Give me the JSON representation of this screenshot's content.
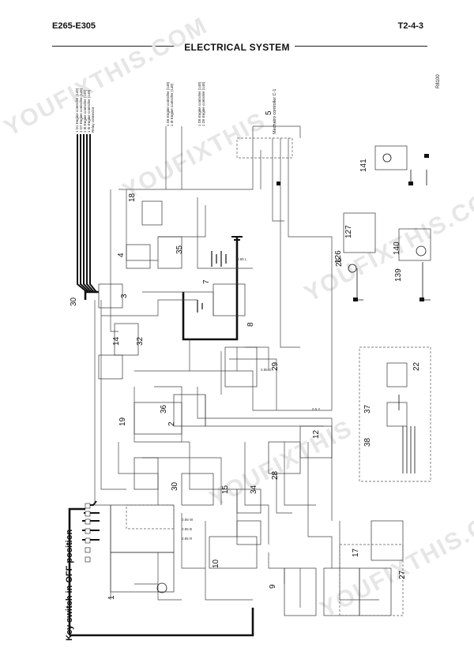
{
  "header": {
    "model": "E265-E305",
    "page": "T2-4-3",
    "section_title": "ELECTRICAL SYSTEM"
  },
  "diagram": {
    "side_title": "Key switch in OFF position",
    "ref_code": "R8100",
    "component_numbers": [
      "1",
      "2",
      "3",
      "4",
      "5",
      "7",
      "8",
      "9",
      "10",
      "12",
      "14",
      "15",
      "17",
      "18",
      "19",
      "22",
      "26",
      "27",
      "28",
      "29",
      "30",
      "30",
      "32",
      "34",
      "35",
      "36",
      "37",
      "38",
      "126",
      "127",
      "139",
      "140",
      "141"
    ],
    "connector_labels_left": [
      "1 D1 Engine controller (149)",
      "1 D7 Engine controller (149)",
      "1 I6 Engine controller (149)",
      "1 I5 Engine controller (149)",
      "Relay connector"
    ],
    "connector_labels_mid": [
      "1 D6 Engine controller (148)",
      "1 I8 Engine controller (148)",
      "1 D8 Engine controller (148)",
      "1 D6 Engine controller (148)"
    ],
    "connector_label_right": "Mechatro controller C-1"
  },
  "watermarks": [
    "YOUFIXTHIS.COM",
    "YOUFIXTHIS",
    "YOUFIXTHIS.COM",
    "YOUFIXTHIS",
    "YOUFIXTHIS.COM"
  ],
  "colors": {
    "ink": "#111111",
    "thin_wire": "#444444",
    "watermark": "#e6e6e6"
  }
}
